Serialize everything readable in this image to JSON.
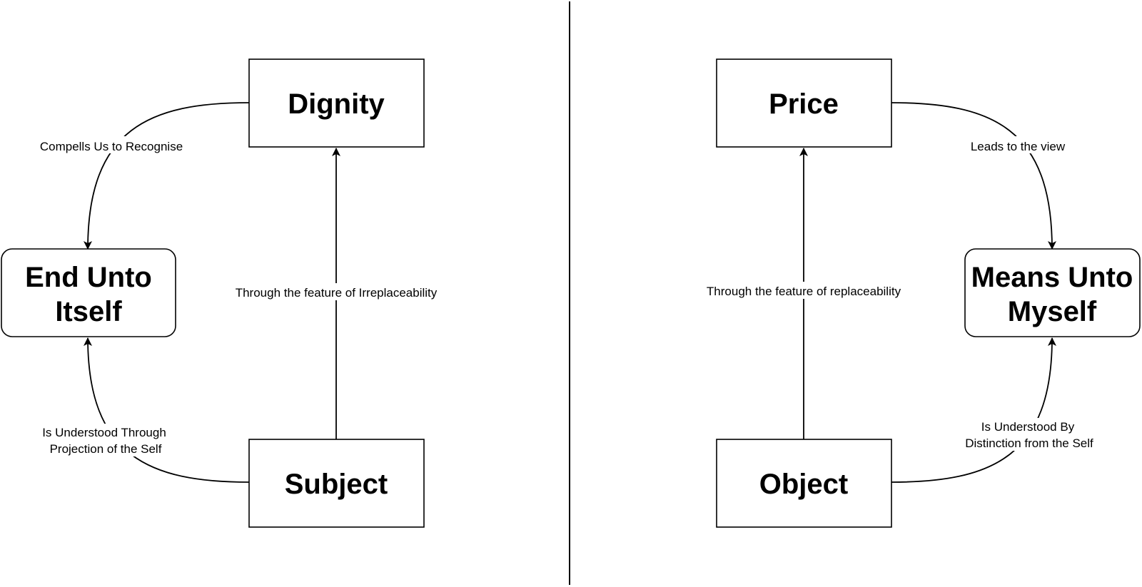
{
  "nodes": {
    "dignity": "Dignity",
    "end_unto_itself": [
      "End Unto",
      "Itself"
    ],
    "subject": "Subject",
    "price": "Price",
    "means_unto_myself": [
      "Means Unto",
      "Myself"
    ],
    "object": "Object"
  },
  "edges": {
    "dignity_to_end": "Compells Us to Recognise",
    "subject_to_dignity": "Through the feature of Irreplaceability",
    "subject_to_end": [
      "Is Understood Through",
      "Projection of the Self"
    ],
    "price_to_means": "Leads to the view",
    "object_to_price": "Through the feature of replaceability",
    "object_to_means": [
      "Is Understood By",
      "Distinction from the Self"
    ]
  }
}
